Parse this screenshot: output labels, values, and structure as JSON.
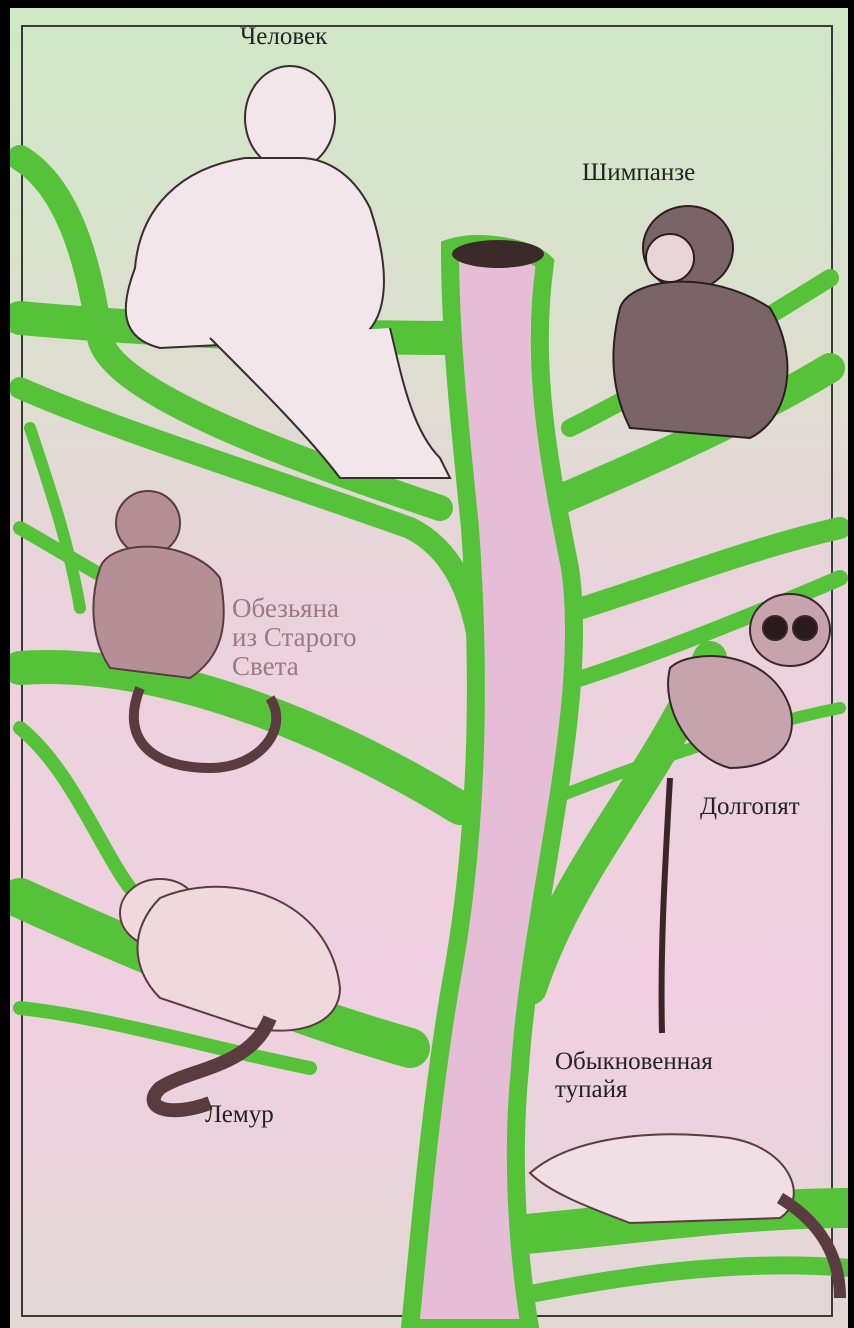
{
  "figure": {
    "labels": {
      "human": "Человек",
      "chimpanzee": "Шимпанзе",
      "old_world_monkey": [
        "Обезьяна",
        "из Старого",
        "Света"
      ],
      "tarsier": "Долгопят",
      "lemur": "Лемур",
      "tree_shrew": [
        "Обыкновенная",
        "тупайя"
      ]
    },
    "colors": {
      "background_green": "#cfe8c6",
      "background_pink": "#efcde0",
      "branch_green": "#56c23a",
      "trunk_pink": "#e6bdd6",
      "frame": "#000000"
    }
  }
}
